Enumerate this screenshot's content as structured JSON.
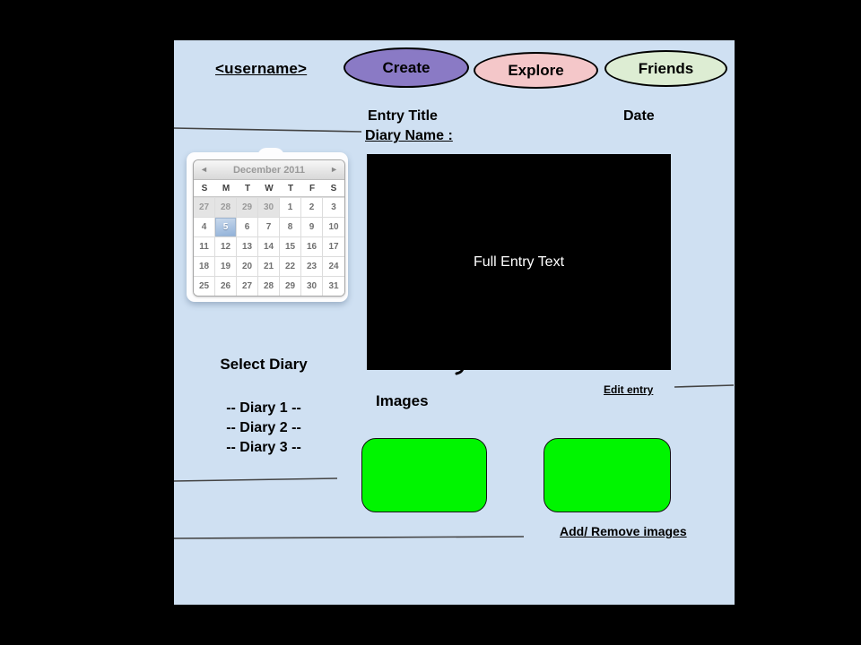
{
  "header": {
    "username_label": "<username>",
    "nav": [
      {
        "id": "create",
        "label": "Create"
      },
      {
        "id": "explore",
        "label": "Explore"
      },
      {
        "id": "friends",
        "label": "Friends"
      }
    ]
  },
  "entry": {
    "title_label": "Entry Title",
    "date_label": "Date",
    "diary_name_label": "Diary Name :",
    "full_text": "Full Entry Text",
    "edit_link_label": "Edit entry"
  },
  "calendar": {
    "prev_icon": "◄",
    "next_icon": "►",
    "month_label": "December 2011",
    "weekdays": [
      "S",
      "M",
      "T",
      "W",
      "T",
      "F",
      "S"
    ],
    "days": [
      27,
      28,
      29,
      30,
      1,
      2,
      3,
      4,
      5,
      6,
      7,
      8,
      9,
      10,
      11,
      12,
      13,
      14,
      15,
      16,
      17,
      18,
      19,
      20,
      21,
      22,
      23,
      24,
      25,
      26,
      27,
      28,
      29,
      30,
      31
    ],
    "prev_month_indices": [
      0,
      1,
      2,
      3
    ],
    "selected_index": 8,
    "selected_day": 5
  },
  "diary": {
    "select_label": "Select Diary",
    "options": [
      "-- Diary 1 --",
      "-- Diary 2 --",
      "-- Diary 3 --"
    ]
  },
  "images": {
    "section_label": "Images",
    "placeholder_count": 2,
    "add_remove_link_label": "Add/ Remove images"
  },
  "colors": {
    "page_bg": "#000000",
    "canvas_bg": "#cfe0f2",
    "create_button": "#8a7ac5",
    "explore_button": "#f4c7c9",
    "friends_button": "#ddedd3",
    "image_placeholder": "#00f500",
    "entry_box_bg": "#000000",
    "entry_box_text": "#ffffff",
    "calendar_selected_top": "#ccdbed",
    "calendar_selected_bottom": "#8fb0d8"
  }
}
